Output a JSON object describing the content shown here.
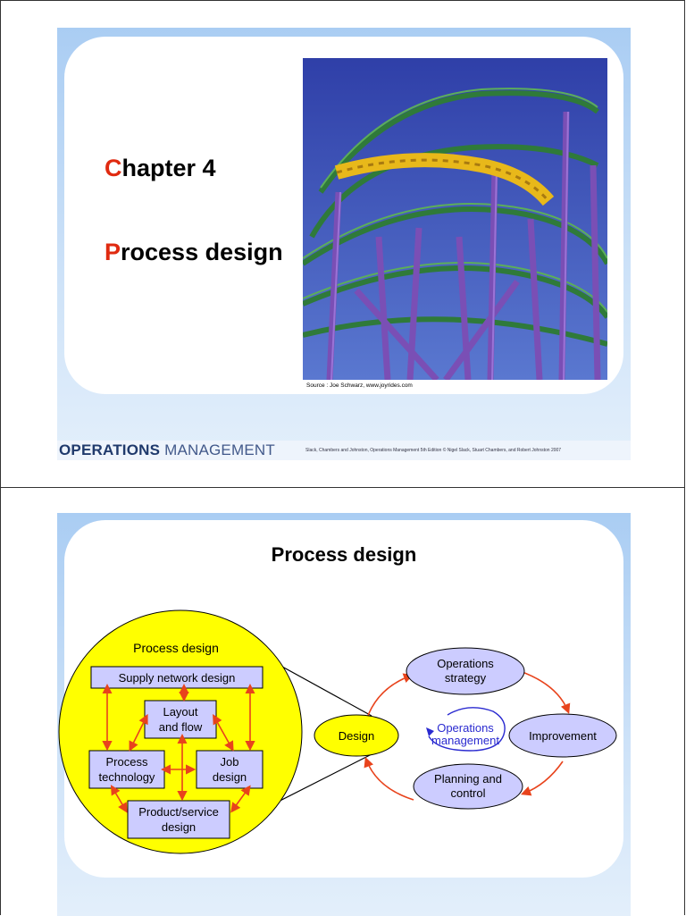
{
  "slide1": {
    "chapter_first": "C",
    "chapter_rest": "hapter 4",
    "title_first": "P",
    "title_rest": "rocess design",
    "photo_source": "Source : Joe Schwarz, www.joyrides.com",
    "brand_bold": "OPERATIONS",
    "brand_light": "MANAGEMENT",
    "copyright": "Slack, Chambers and Johnston, Operations Management 5th Edition © Nigel Slack, Stuart Chambers, and Robert Johnston 2007"
  },
  "slide2": {
    "title": "Process design",
    "circle_title": "Process design",
    "boxes": {
      "supply": "Supply network design",
      "layout_line1": "Layout",
      "layout_line2": "and flow",
      "tech_line1": "Process",
      "tech_line2": "technology",
      "job_line1": "Job",
      "job_line2": "design",
      "product_line1": "Product/service",
      "product_line2": "design"
    },
    "cycle": {
      "strategy_line1": "Operations",
      "strategy_line2": "strategy",
      "design": "Design",
      "improvement": "Improvement",
      "planning_line1": "Planning and",
      "planning_line2": "control",
      "center_line1": "Operations",
      "center_line2": "management"
    }
  },
  "colors": {
    "accent_red": "#e02a10",
    "circle_yellow": "#ffff00",
    "box_lavender": "#ccccff",
    "arrow_red": "#e8431c",
    "center_blue": "#2a2ad0",
    "brand_navy": "#203a6c"
  }
}
